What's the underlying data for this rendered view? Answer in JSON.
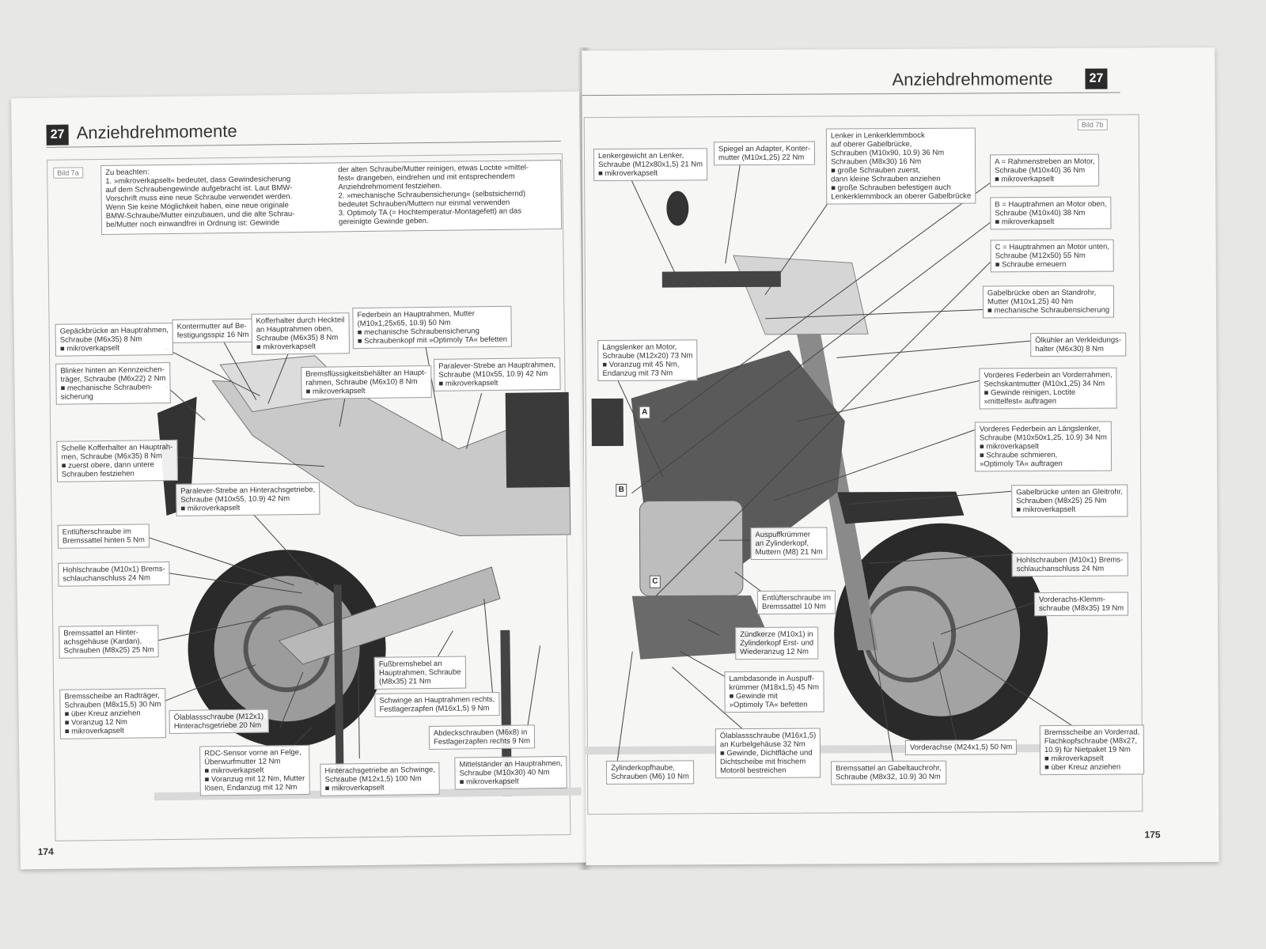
{
  "left": {
    "chapter_number": "27",
    "chapter_title": "Anziehdrehmomente",
    "figure_label": "Bild 7a",
    "page_number": "174",
    "notes": {
      "heading": "Zu beachten:",
      "col1": [
        "1. »mikroverkapselt« bedeutet, dass Gewindesicherung",
        "auf dem Schraubengewinde aufgebracht ist. Laut BMW-",
        "Vorschrift muss eine neue Schraube verwendet werden.",
        "Wenn Sie keine Möglichkeit haben, eine neue originale",
        "BMW-Schraube/Mutter einzubauen, und die alte Schrau-",
        "be/Mutter noch einwandfrei in Ordnung ist: Gewinde"
      ],
      "col2": [
        "der alten Schraube/Mutter reinigen, etwas Loctite »mittel-",
        "fest« drangeben, eindrehen und mit entsprechendem",
        "Anziehdrehmoment festziehen.",
        "2. »mechanische Schraubensicherung« (selbstsichernd)",
        "bedeutet Schrauben/Muttern nur einmal verwenden",
        "3. Optimoly TA (= Hochtemperatur-Montagefett) an das",
        "gereinigte Gewinde geben."
      ]
    },
    "callouts": [
      {
        "lines": [
          "Gepäckbrücke an Hauptrahmen,",
          "Schraube (M6x35) 8 Nm",
          "■ mikroverkapselt"
        ]
      },
      {
        "lines": [
          "Kontermutter auf Be-",
          "festigungsspiz 16 Nm"
        ]
      },
      {
        "lines": [
          "Kofferhalter durch Heckteil",
          "an Hauptrahmen oben,",
          "Schraube (M6x35) 8 Nm",
          "■ mikroverkapselt"
        ]
      },
      {
        "lines": [
          "Federbein an Hauptrahmen, Mutter",
          "(M10x1,25x65, 10.9) 50 Nm",
          "■ mechanische Schraubensicherung",
          "■ Schraubenkopf mit »Optimoly TA« befetten"
        ]
      },
      {
        "lines": [
          "Blinker hinten an Kennzeichen-",
          "träger, Schraube (M6x22) 2 Nm",
          "■ mechanische Schrauben-",
          "sicherung"
        ]
      },
      {
        "lines": [
          "Bremsflüssigkeitsbehälter an Haupt-",
          "rahmen, Schraube (M6x10) 8 Nm",
          "■ mikroverkapselt"
        ]
      },
      {
        "lines": [
          "Paralever-Strebe an Hauptrahmen,",
          "Schraube (M10x55, 10.9) 42 Nm",
          "■ mikroverkapselt"
        ]
      },
      {
        "lines": [
          "Schelle Kofferhalter an Hauptrah-",
          "men, Schraube (M6x35) 8 Nm",
          "■ zuerst obere, dann untere",
          "Schrauben festziehen"
        ]
      },
      {
        "lines": [
          "Paralever-Strebe an Hinterachsgetriebe,",
          "Schraube (M10x55, 10.9) 42 Nm",
          "■ mikroverkapselt"
        ]
      },
      {
        "lines": [
          "Entlüfterschraube im",
          "Bremssattel hinten 5 Nm"
        ]
      },
      {
        "lines": [
          "Hohlschraube (M10x1) Brems-",
          "schlauchanschluss 24 Nm"
        ]
      },
      {
        "lines": [
          "Bremssattel an Hinter-",
          "achsgehäuse (Kardan),",
          "Schrauben (M8x25) 25 Nm"
        ]
      },
      {
        "lines": [
          "Fußbremshebel an",
          "Hauptrahmen, Schraube",
          "(M8x35) 21 Nm"
        ]
      },
      {
        "lines": [
          "Bremsscheibe an Radträger,",
          "Schrauben (M8x15,5) 30 Nm",
          "■ über Kreuz anziehen",
          "■ Voranzug 12 Nm",
          "■ mikroverkapselt"
        ]
      },
      {
        "lines": [
          "Ölablassschraube (M12x1)",
          "Hinterachsgetriebe 20 Nm"
        ]
      },
      {
        "lines": [
          "Schwinge an Hauptrahmen rechts,",
          "Festlagerzapfen (M16x1,5) 9 Nm"
        ]
      },
      {
        "lines": [
          "Abdeckschrauben (M6x8) in",
          "Festlagerzapfen rechts 9 Nm"
        ]
      },
      {
        "lines": [
          "RDC-Sensor vorne an Felge,",
          "Überwurfmutter 12 Nm",
          "■ mikroverkapselt",
          "■ Voranzug mit 12 Nm, Mutter",
          "lösen, Endanzug mit 12 Nm"
        ]
      },
      {
        "lines": [
          "Hinterachsgetriebe an Schwinge,",
          "Schraube (M12x1,5) 100 Nm",
          "■ mikroverkapselt"
        ]
      },
      {
        "lines": [
          "Mittelständer an Hauptrahmen,",
          "Schraube (M10x30) 40 Nm",
          "■ mikroverkapselt"
        ]
      }
    ]
  },
  "right": {
    "chapter_number": "27",
    "chapter_title": "Anziehdrehmomente",
    "figure_label": "Bild 7b",
    "page_number": "175",
    "markers": [
      "A",
      "B",
      "C"
    ],
    "callouts": [
      {
        "lines": [
          "Lenkergewicht an Lenker,",
          "Schraube (M12x80x1,5) 21 Nm",
          "■ mikroverkapselt"
        ]
      },
      {
        "lines": [
          "Spiegel an Adapter, Konter-",
          "mutter (M10x1,25) 22 Nm"
        ]
      },
      {
        "lines": [
          "Lenker in Lenkerklemmbock",
          "auf oberer Gabelbrücke,",
          "Schrauben (M10x90, 10.9) 36 Nm",
          "Schrauben (M8x30) 16 Nm",
          "■ große Schrauben zuerst,",
          "dann kleine Schrauben anziehen",
          "■ große Schrauben befestigen auch",
          "Lenkerklemmbock an oberer Gabelbrücke"
        ]
      },
      {
        "lines": [
          "A = Rahmenstreben an Motor,",
          "Schraube (M10x40) 36 Nm",
          "■ mikroverkapselt"
        ]
      },
      {
        "lines": [
          "B = Hauptrahmen an Motor oben,",
          "Schraube (M10x40) 38 Nm",
          "■ mikroverkapselt"
        ]
      },
      {
        "lines": [
          "C = Hauptrahmen an Motor unten,",
          "Schraube (M12x50) 55 Nm",
          "■ Schraube erneuern"
        ]
      },
      {
        "lines": [
          "Gabelbrücke oben an Standrohr,",
          "Mutter (M10x1,25) 40 Nm",
          "■ mechanische Schraubensicherung"
        ]
      },
      {
        "lines": [
          "Ölkühler an Verkleidungs-",
          "halter (M6x30) 8 Nm"
        ]
      },
      {
        "lines": [
          "Längslenker an Motor,",
          "Schraube (M12x20) 73 Nm",
          "■ Voranzug mit 45 Nm,",
          "Endanzug mit 73 Nm"
        ]
      },
      {
        "lines": [
          "Vorderes Federbein an Vorderrahmen,",
          "Sechskantmutter (M10x1,25) 34 Nm",
          "■ Gewinde reinigen, Loctite",
          "»mittelfest« auftragen"
        ]
      },
      {
        "lines": [
          "Vorderes Federbein an Längslenker,",
          "Schraube (M10x50x1,25, 10.9) 34 Nm",
          "■ mikroverkapselt",
          "■ Schraube schmieren,",
          "»Optimoly TA« auftragen"
        ]
      },
      {
        "lines": [
          "Gabelbrücke unten an Gleitrohr,",
          "Schrauben (M8x25) 25 Nm",
          "■ mikroverkapselt"
        ]
      },
      {
        "lines": [
          "Auspuffkrümmer",
          "an Zylinderkopf,",
          "Muttern (M8) 21 Nm"
        ]
      },
      {
        "lines": [
          "Hohlschrauben (M10x1) Brems-",
          "schlauchanschluss 24 Nm"
        ]
      },
      {
        "lines": [
          "Entlüfterschraube im",
          "Bremssattel 10 Nm"
        ]
      },
      {
        "lines": [
          "Vorderachs-Klemm-",
          "schraube (M8x35) 19 Nm"
        ]
      },
      {
        "lines": [
          "Zündkerze (M10x1) in",
          "Zylinderkopf Erst- und",
          "Wiederanzug 12 Nm"
        ]
      },
      {
        "lines": [
          "Lambdasonde in Auspuff-",
          "krümmer (M18x1,5) 45 Nm",
          "■ Gewinde mit",
          "»Optimoly TA« befetten"
        ]
      },
      {
        "lines": [
          "Ölablassschraube (M16x1,5)",
          "an Kurbelgehäuse 32 Nm",
          "■ Gewinde, Dichtfläche und",
          "Dichtscheibe mit frischem",
          "Motoröl bestreichen"
        ]
      },
      {
        "lines": [
          "Vorderachse (M24x1,5) 50 Nm"
        ]
      },
      {
        "lines": [
          "Zylinderkopfhaube,",
          "Schrauben (M6) 10 Nm"
        ]
      },
      {
        "lines": [
          "Bremssattel an Gabeltauchrohr,",
          "Schraube (M8x32, 10.9) 30 Nm"
        ]
      },
      {
        "lines": [
          "Bremsscheibe an Vorderrad,",
          "Flachkopfschraube (M8x27,",
          "10.9) für Nietpaket 19 Nm",
          "■ mikroverkapselt",
          "■ über Kreuz anziehen"
        ]
      }
    ]
  }
}
